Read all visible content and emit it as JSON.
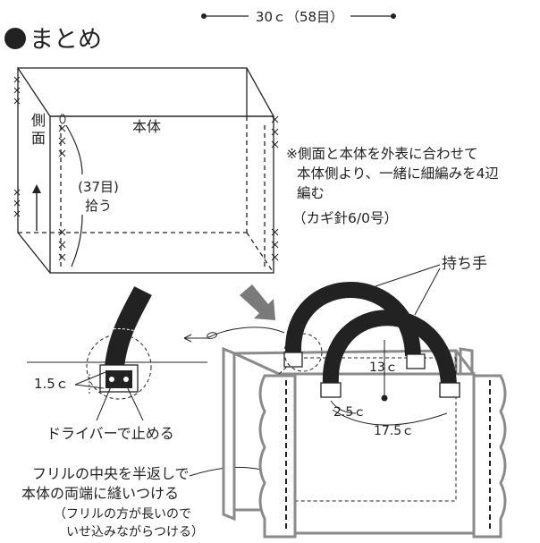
{
  "title": "まとめ",
  "top_dimension": "30ｃ（58目）",
  "labels": {
    "side": [
      "側",
      "面"
    ],
    "body": "本体",
    "stitch_count": "(37目)",
    "pick_up": "拾う"
  },
  "note": {
    "lines": [
      "※側面と本体を外表に合わせて",
      "本体側より、一緒に細編みを4辺",
      "編む"
    ],
    "hook": "（カギ針6/0号）"
  },
  "handle_label": "持ち手",
  "measurements": {
    "tab_width": "1.5ｃ",
    "handle_height": "13ｃ",
    "handle_offset": "2.5ｃ",
    "handle_span": "17.5ｃ"
  },
  "instructions": {
    "screw": "ドライバーで止める",
    "frill_lines": [
      "フリルの中央を半返しで",
      "本体の両端に縫いつける"
    ],
    "frill_note_lines": [
      "（フリルの方が長いので",
      "いせ込みながらつける）"
    ]
  },
  "colors": {
    "line": "#222222",
    "frill": "#8a8a8a",
    "arrow": "#777777"
  }
}
